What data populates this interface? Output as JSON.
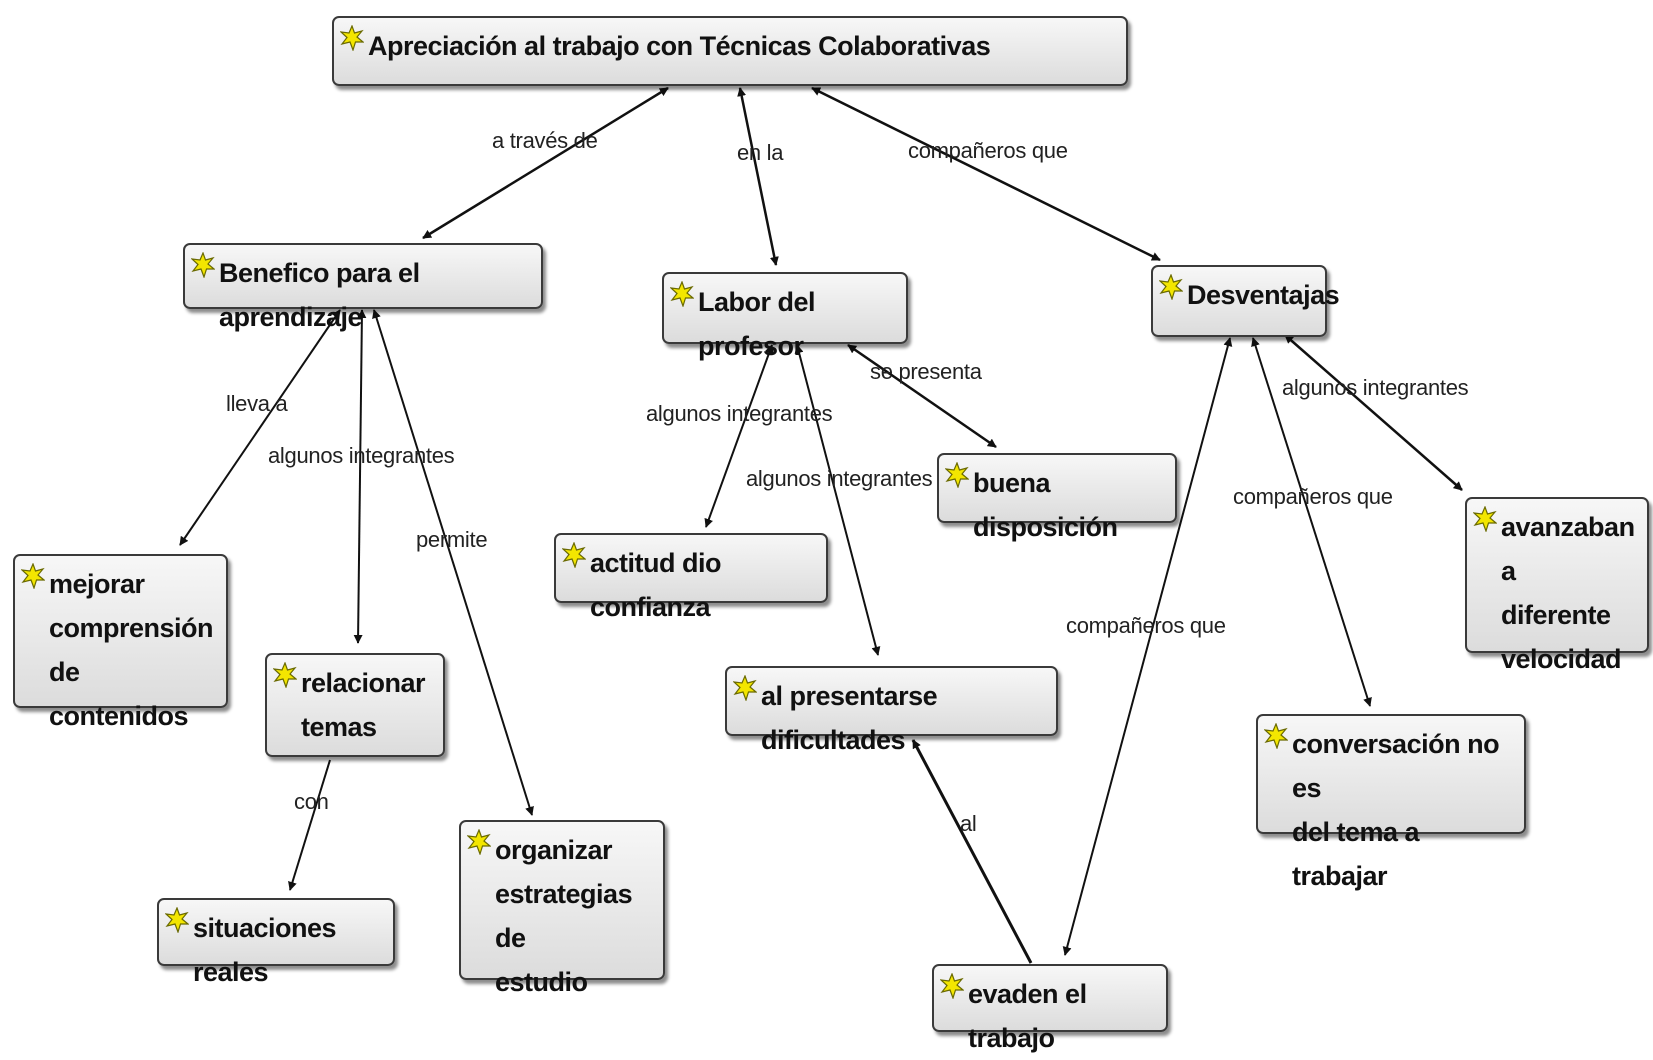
{
  "nodes": {
    "root": "Apreciación al trabajo con Técnicas Colaborativas",
    "beneficio": "Benefico para el aprendizaje",
    "labor": "Labor del profesor",
    "desventajas": "Desventajas",
    "mejorar": "mejorar\ncomprensión\nde contenidos",
    "relacionar": "relacionar\ntemas",
    "situaciones": "situaciones reales",
    "organizar": "organizar\nestrategias de\nestudio",
    "actitud": "actitud dio confianza",
    "buena": "buena disposición",
    "dificultades": "al presentarse dificultades",
    "evaden": "evaden el trabajo",
    "avanzaban": "avanzaban a\ndiferente\nvelocidad",
    "conversacion": "conversación no es\ndel tema a trabajar"
  },
  "links": {
    "a_traves_de": "a través de",
    "en_la": "en la",
    "companeros_1": "compañeros que",
    "lleva_a": "lleva a",
    "algunos_1": "algunos integrantes",
    "permite": "permite",
    "con": "con",
    "algunos_2": "algunos integrantes",
    "algunos_3": "algunos integrantes",
    "se_presenta": "se presenta",
    "al": "al",
    "algunos_4": "algunos integrantes",
    "companeros_2": "compañeros que",
    "companeros_3": "compañeros que"
  },
  "icon": "concept-star-icon",
  "colors": {
    "icon_fill": "#f3e600",
    "icon_stroke": "#6a6a00",
    "node_border": "#3a3a3a",
    "line": "#111111"
  }
}
